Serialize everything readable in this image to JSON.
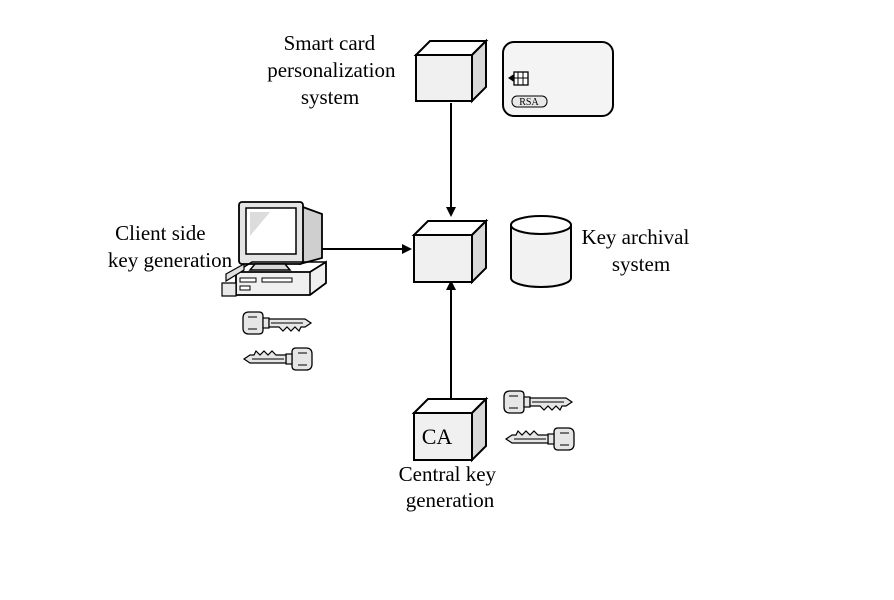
{
  "diagram": {
    "nodes": {
      "smart_card_system": {
        "label_lines": [
          "Smart card",
          "personalization",
          "system"
        ]
      },
      "client_side": {
        "label_lines": [
          "Client side",
          "key generation"
        ]
      },
      "key_archival": {
        "label_lines": [
          "Key archival",
          "system"
        ]
      },
      "central_key": {
        "box_label": "CA",
        "label_lines": [
          "Central key",
          "generation"
        ]
      },
      "smart_card": {
        "mark": "RSA"
      }
    },
    "edges": [
      {
        "from": "smart_card_system",
        "to": "key_archival_server"
      },
      {
        "from": "client_side",
        "to": "key_archival_server"
      },
      {
        "from": "central_key",
        "to": "key_archival_server"
      }
    ],
    "colors": {
      "stroke": "#000000",
      "box_front": "#f0f0f0",
      "box_side": "#d8d8d8",
      "box_top": "#ffffff",
      "cylinder": "#f2f2f2",
      "key_fill": "#e6e6e6"
    }
  }
}
